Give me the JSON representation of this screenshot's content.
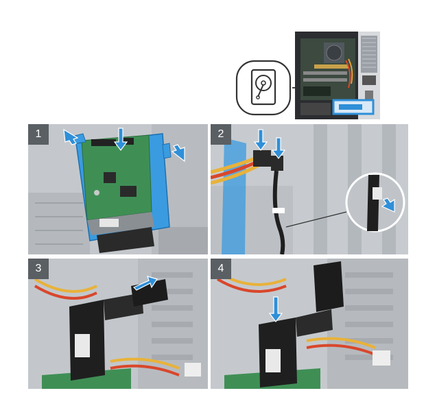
{
  "steps": [
    {
      "number": "1"
    },
    {
      "number": "2"
    },
    {
      "number": "3"
    },
    {
      "number": "4"
    }
  ],
  "colors": {
    "blue_accent": "#2f8fd8",
    "badge": "#5a5f64",
    "bracket_blue": "#3a9be0",
    "cable_red": "#d9472b",
    "cable_yellow": "#e8b23a",
    "pcb_green": "#3f8f55"
  },
  "icons": [
    "hard-drive-icon",
    "arrow-icon"
  ]
}
